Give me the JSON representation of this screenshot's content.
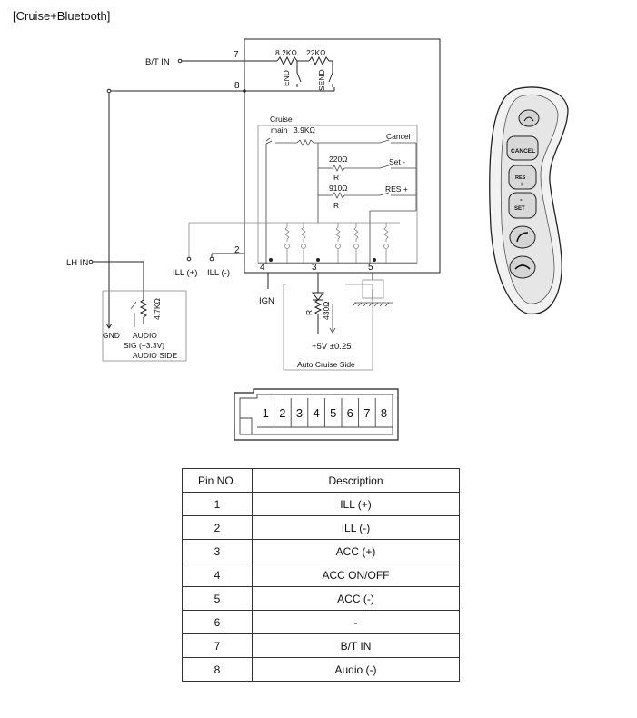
{
  "title": "[Cruise+Bluetooth]",
  "schematic": {
    "bt_in": "B/T IN",
    "lh_in": "LH IN",
    "pins": [
      "7",
      "8",
      "2",
      "4",
      "3",
      "5"
    ],
    "r_8_2k": "8.2KΩ",
    "r_22k": "22KΩ",
    "sw_end": "END",
    "sw_send": "SEND",
    "cruise_label_1": "Cruise",
    "cruise_label_2": "main",
    "r_3_9k": "3.9KΩ",
    "sw_cancel": "Cancel",
    "r_220": "220Ω",
    "r_220_sym": "R",
    "sw_set": "Set -",
    "r_910": "910Ω",
    "r_910_sym": "R",
    "sw_res": "RES +",
    "ill_plus": "ILL (+)",
    "ill_minus": "ILL (-)",
    "ign": "IGN",
    "r_430_sym": "R",
    "r_430": "430Ω",
    "plus5v": "+5V ±0.25",
    "auto_cruise_side": "Auto Cruise Side",
    "r_4_7k": "4.7KΩ",
    "gnd": "GND",
    "audio": "AUDIO",
    "audio_sig": "SIG (+3.3V)",
    "audio_side": "AUDIO SIDE"
  },
  "switch_panel": {
    "cancel": "CANCEL",
    "res": "RES",
    "set": "SET"
  },
  "connector": {
    "pins": [
      "1",
      "2",
      "3",
      "4",
      "5",
      "6",
      "7",
      "8"
    ]
  },
  "pin_table": {
    "headers": [
      "Pin NO.",
      "Description"
    ],
    "rows": [
      [
        "1",
        "ILL (+)"
      ],
      [
        "2",
        "ILL (-)"
      ],
      [
        "3",
        "ACC (+)"
      ],
      [
        "4",
        "ACC ON/OFF"
      ],
      [
        "5",
        "ACC (-)"
      ],
      [
        "6",
        "-"
      ],
      [
        "7",
        "B/T IN"
      ],
      [
        "8",
        "Audio (-)"
      ]
    ]
  }
}
